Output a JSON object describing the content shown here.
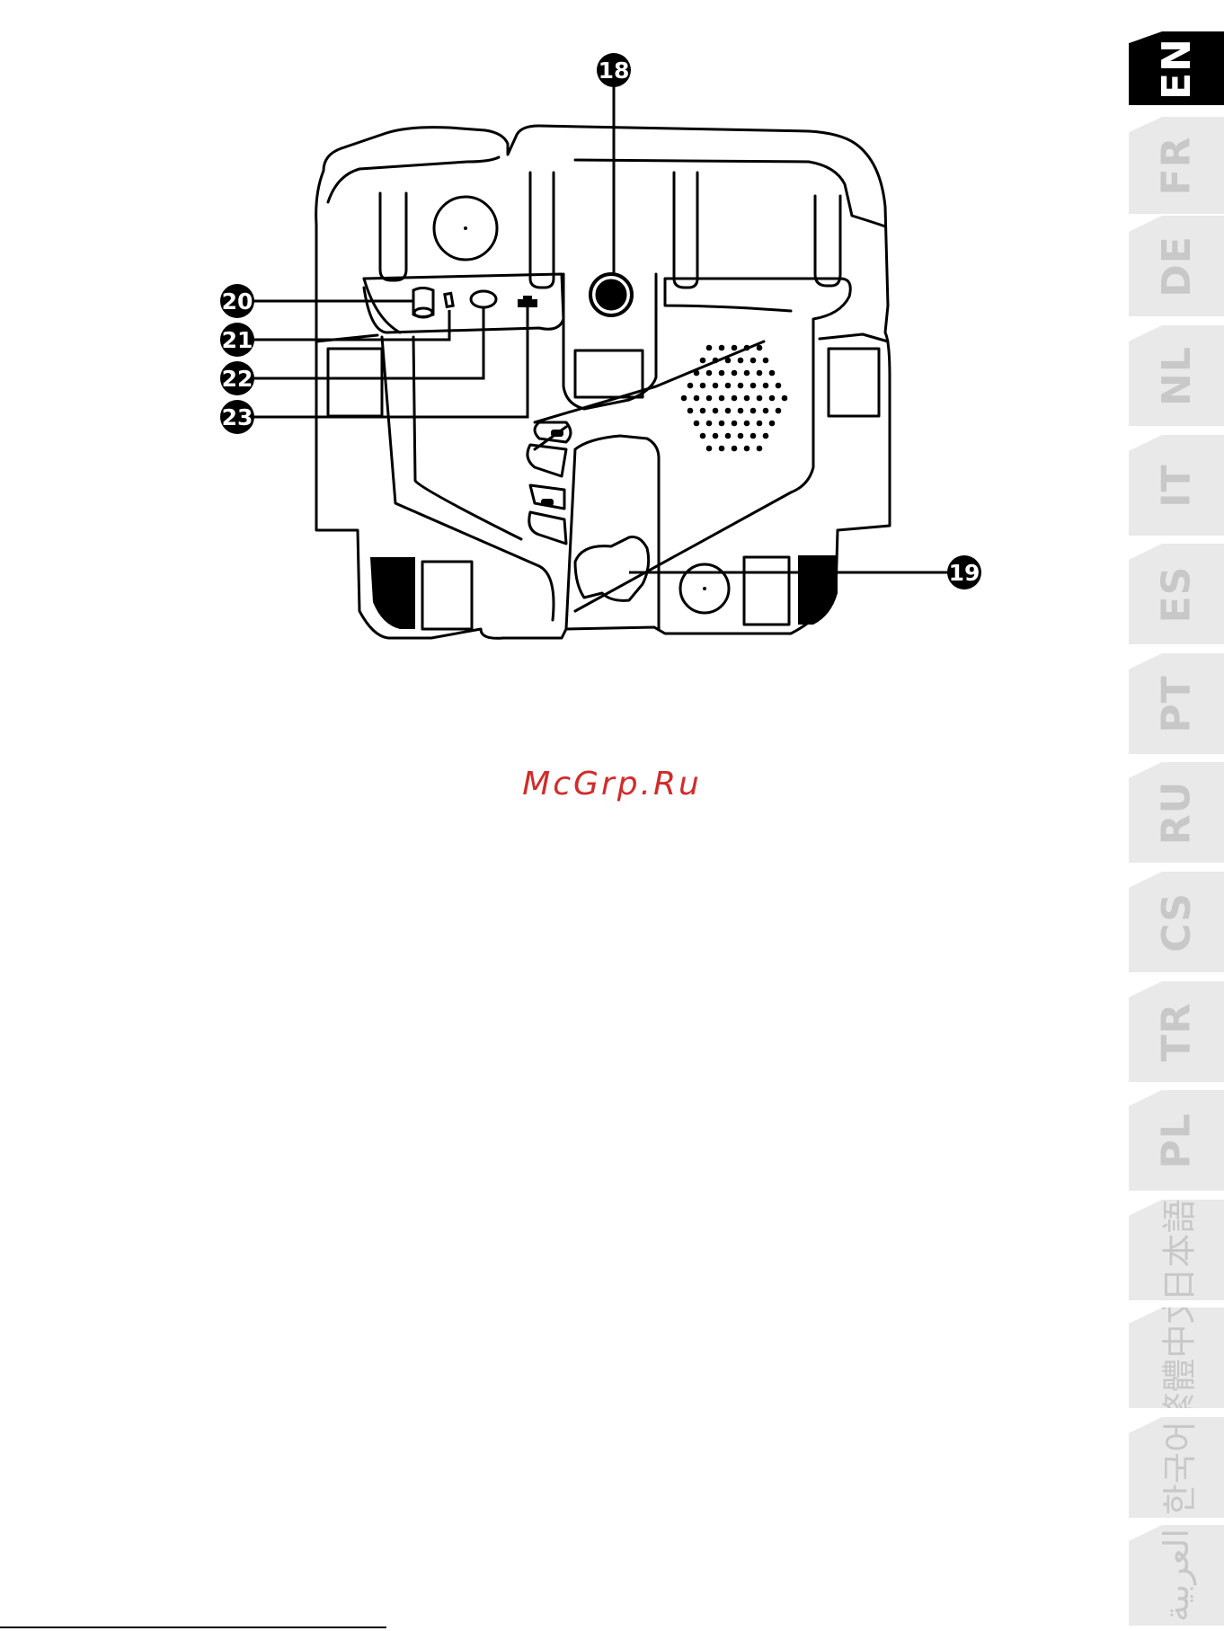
{
  "callouts": [
    {
      "id": "callout-18",
      "label": "18"
    },
    {
      "id": "callout-19",
      "label": "19"
    },
    {
      "id": "callout-20",
      "label": "20"
    },
    {
      "id": "callout-21",
      "label": "21"
    },
    {
      "id": "callout-22",
      "label": "22"
    },
    {
      "id": "callout-23",
      "label": "23"
    }
  ],
  "watermark": "McGrp.Ru",
  "languages": [
    {
      "code": "EN",
      "active": true
    },
    {
      "code": "FR",
      "active": false
    },
    {
      "code": "DE",
      "active": false
    },
    {
      "code": "NL",
      "active": false
    },
    {
      "code": "IT",
      "active": false
    },
    {
      "code": "ES",
      "active": false
    },
    {
      "code": "PT",
      "active": false
    },
    {
      "code": "RU",
      "active": false
    },
    {
      "code": "CS",
      "active": false
    },
    {
      "code": "TR",
      "active": false
    },
    {
      "code": "PL",
      "active": false
    },
    {
      "code": "日本語",
      "active": false
    },
    {
      "code": "繁體中文",
      "active": false
    },
    {
      "code": "한국어",
      "active": false
    },
    {
      "code": "العربية",
      "active": false
    }
  ],
  "colors": {
    "ink": "#000000",
    "watermark": "#d22b2b",
    "tab_inactive": "#e9e9e9",
    "tab_inactive_text": "#c8c8c8"
  }
}
